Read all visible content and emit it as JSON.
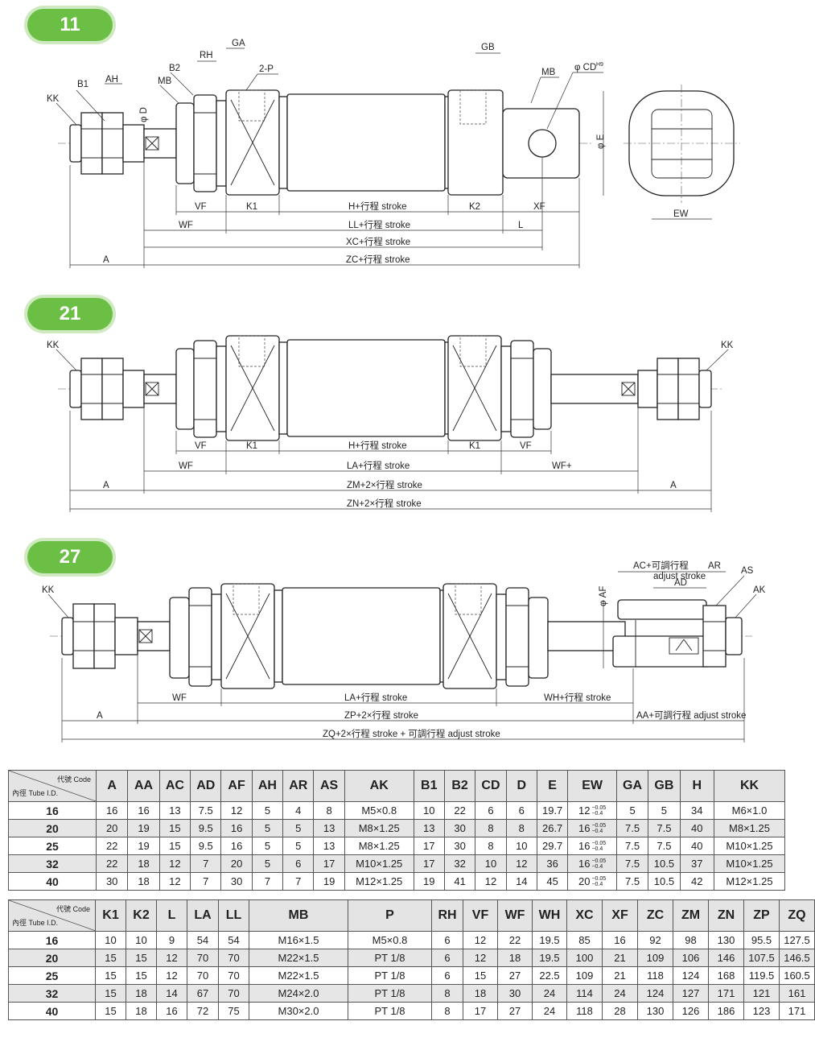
{
  "sections": [
    {
      "badge": "11",
      "labels": {
        "KK": "KK",
        "B1": "B1",
        "AH": "AH",
        "B2": "B2",
        "RH": "RH",
        "GA": "GA",
        "P": "2-P",
        "MB": "MB",
        "D": "φ D",
        "GB": "GB",
        "MB2": "MB",
        "CD": "φ CD",
        "CD_sup": "H9",
        "E": "φ E",
        "VF": "VF",
        "K1": "K1",
        "H": "H+行程 stroke",
        "K2": "K2",
        "XF": "XF",
        "WF": "WF",
        "LL": "LL+行程 stroke",
        "L": "L",
        "XC": "XC+行程 stroke",
        "A": "A",
        "ZC": "ZC+行程 stroke",
        "EW": "EW"
      }
    },
    {
      "badge": "21",
      "labels": {
        "KK1": "KK",
        "KK2": "KK",
        "VF1": "VF",
        "K1a": "K1",
        "H": "H+行程 stroke",
        "K1b": "K1",
        "VF2": "VF",
        "WF": "WF",
        "LA": "LA+行程 stroke",
        "WFp": "WF+",
        "A1": "A",
        "ZM": "ZM+2×行程 stroke",
        "A2": "A",
        "ZN": "ZN+2×行程 stroke"
      }
    },
    {
      "badge": "27",
      "labels": {
        "KK": "KK",
        "AF": "φ AF",
        "AC": "AC+可調行程",
        "AC2": "adjust stroke",
        "AR": "AR",
        "AS": "AS",
        "AD": "AD",
        "AK": "AK",
        "WF": "WF",
        "LA": "LA+行程 stroke",
        "WH": "WH+行程 stroke",
        "A": "A",
        "ZP": "ZP+2×行程 stroke",
        "AA": "AA+可調行程 adjust stroke",
        "ZQ": "ZQ+2×行程 stroke + 可調行程 adjust stroke"
      }
    }
  ],
  "table1": {
    "corner_top": "代號 Code",
    "corner_bottom": "內徑 Tube I.D.",
    "headers": [
      "A",
      "AA",
      "AC",
      "AD",
      "AF",
      "AH",
      "AR",
      "AS",
      "AK",
      "B1",
      "B2",
      "CD",
      "D",
      "E",
      "EW",
      "GA",
      "GB",
      "H",
      "KK"
    ],
    "rows": [
      {
        "bore": "16",
        "cells": [
          "16",
          "16",
          "13",
          "7.5",
          "12",
          "5",
          "4",
          "8",
          "M5×0.8",
          "10",
          "22",
          "6",
          "6",
          "19.7",
          "12",
          "5",
          "5",
          "34",
          "M6×1.0"
        ]
      },
      {
        "bore": "20",
        "cells": [
          "20",
          "19",
          "15",
          "9.5",
          "16",
          "5",
          "5",
          "13",
          "M8×1.25",
          "13",
          "30",
          "8",
          "8",
          "26.7",
          "16",
          "7.5",
          "7.5",
          "40",
          "M8×1.25"
        ]
      },
      {
        "bore": "25",
        "cells": [
          "22",
          "19",
          "15",
          "9.5",
          "16",
          "5",
          "5",
          "13",
          "M8×1.25",
          "17",
          "30",
          "8",
          "10",
          "29.7",
          "16",
          "7.5",
          "7.5",
          "40",
          "M10×1.25"
        ]
      },
      {
        "bore": "32",
        "cells": [
          "22",
          "18",
          "12",
          "7",
          "20",
          "5",
          "6",
          "17",
          "M10×1.25",
          "17",
          "32",
          "10",
          "12",
          "36",
          "16",
          "7.5",
          "10.5",
          "37",
          "M10×1.25"
        ]
      },
      {
        "bore": "40",
        "cells": [
          "30",
          "18",
          "12",
          "7",
          "30",
          "7",
          "7",
          "19",
          "M12×1.25",
          "19",
          "41",
          "12",
          "14",
          "45",
          "20",
          "7.5",
          "10.5",
          "42",
          "M12×1.25"
        ]
      }
    ],
    "ew_tol_upper": "−0.05",
    "ew_tol_lower": "−0.4"
  },
  "table2": {
    "corner_top": "代號 Code",
    "corner_bottom": "內徑 Tube I.D.",
    "headers": [
      "K1",
      "K2",
      "L",
      "LA",
      "LL",
      "MB",
      "P",
      "RH",
      "VF",
      "WF",
      "WH",
      "XC",
      "XF",
      "ZC",
      "ZM",
      "ZN",
      "ZP",
      "ZQ"
    ],
    "rows": [
      {
        "bore": "16",
        "cells": [
          "10",
          "10",
          "9",
          "54",
          "54",
          "M16×1.5",
          "M5×0.8",
          "6",
          "12",
          "22",
          "19.5",
          "85",
          "16",
          "92",
          "98",
          "130",
          "95.5",
          "127.5"
        ]
      },
      {
        "bore": "20",
        "cells": [
          "15",
          "15",
          "12",
          "70",
          "70",
          "M22×1.5",
          "PT 1/8",
          "6",
          "12",
          "18",
          "19.5",
          "100",
          "21",
          "109",
          "106",
          "146",
          "107.5",
          "146.5"
        ]
      },
      {
        "bore": "25",
        "cells": [
          "15",
          "15",
          "12",
          "70",
          "70",
          "M22×1.5",
          "PT 1/8",
          "6",
          "15",
          "27",
          "22.5",
          "109",
          "21",
          "118",
          "124",
          "168",
          "119.5",
          "160.5"
        ]
      },
      {
        "bore": "32",
        "cells": [
          "15",
          "18",
          "14",
          "67",
          "70",
          "M24×2.0",
          "PT 1/8",
          "8",
          "18",
          "30",
          "24",
          "114",
          "24",
          "124",
          "127",
          "171",
          "121",
          "161"
        ]
      },
      {
        "bore": "40",
        "cells": [
          "15",
          "18",
          "16",
          "72",
          "75",
          "M30×2.0",
          "PT 1/8",
          "8",
          "17",
          "27",
          "24",
          "118",
          "28",
          "130",
          "126",
          "186",
          "123",
          "171"
        ]
      }
    ]
  }
}
